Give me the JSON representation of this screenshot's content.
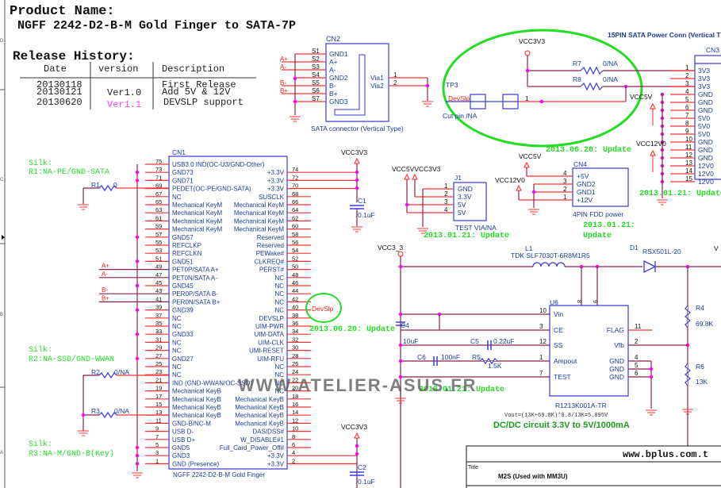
{
  "header": {
    "product_label": "Product Name:",
    "product_name": "NGFF 2242-D2-B-M Gold Finger to SATA-7P",
    "release_label": "Release History:",
    "columns": [
      "Date",
      "version",
      "Description"
    ],
    "rows": [
      {
        "date": "20130118",
        "version": "",
        "description": "First Release"
      },
      {
        "date": "20130121",
        "version": "Ver1.0",
        "description": "Add 5V & 12V"
      },
      {
        "date": "20130620",
        "version": "Ver1.1",
        "description": "DEVSLP support"
      }
    ]
  },
  "colors": {
    "wire": "#8b2252",
    "pin": "#ff3030",
    "part": "#3a3ad8",
    "label_blue": "#1a3c9c",
    "junction": "#ff00ff",
    "annotation": "#22dd22",
    "highlight_circle": "#22dd22",
    "net_red": "#ff2020"
  },
  "border_zones": [
    "D",
    "C",
    "B",
    "A"
  ],
  "cn2": {
    "ref": "CN2",
    "caption": "SATA connector (Vertical Type)",
    "left_pins": [
      {
        "num": "S1",
        "name": "GND1",
        "net": ""
      },
      {
        "num": "S2",
        "name": "A+",
        "net": "A+"
      },
      {
        "num": "S3",
        "name": "A-",
        "net": "A-"
      },
      {
        "num": "S4",
        "name": "GND2",
        "net": ""
      },
      {
        "num": "S5",
        "name": "B-",
        "net": "B-"
      },
      {
        "num": "S6",
        "name": "B+",
        "net": "B+"
      },
      {
        "num": "S7",
        "name": "GND3",
        "net": ""
      }
    ],
    "right_pins": [
      {
        "num": "1",
        "name": "Via1"
      },
      {
        "num": "2",
        "name": "Via2"
      }
    ]
  },
  "devslp_block": {
    "vcc": "VCC3V3",
    "r7": {
      "ref": "R7",
      "value": "0/NA"
    },
    "r8": {
      "ref": "R8",
      "value": "0/NA"
    },
    "tp3": {
      "ref": "TP3",
      "net": "DevSlp",
      "note": "Cut pin /NA",
      "pin": "1"
    },
    "update": "2013.06.20: Update"
  },
  "cn3": {
    "title": "15PIN SATA Power Conn (Vertical T",
    "ref": "CN3",
    "pins": [
      {
        "num": "1",
        "name": "3V3"
      },
      {
        "num": "2",
        "name": "3V3"
      },
      {
        "num": "3",
        "name": "3V3"
      },
      {
        "num": "4",
        "name": "GND"
      },
      {
        "num": "5",
        "name": "GND"
      },
      {
        "num": "6",
        "name": "GND"
      },
      {
        "num": "7",
        "name": "5V0"
      },
      {
        "num": "8",
        "name": "5V0"
      },
      {
        "num": "9",
        "name": "5V0"
      },
      {
        "num": "10",
        "name": "GND"
      },
      {
        "num": "11",
        "name": "GND"
      },
      {
        "num": "12",
        "name": "GND"
      },
      {
        "num": "13",
        "name": "12V0"
      },
      {
        "num": "14",
        "name": "12V0"
      },
      {
        "num": "15",
        "name": "12V0"
      }
    ],
    "vcc5": "VCC5V",
    "vcc12": "VCC12V0",
    "update": "2013.01.21: Update"
  },
  "cn1": {
    "ref": "CN1",
    "caption": "NGFF 2242-D2-B-M Gold Finger",
    "left_pins": [
      {
        "num": "75",
        "name": "USB3.0 IND(OC-U3/GND-Other)"
      },
      {
        "num": "73",
        "name": "GND73"
      },
      {
        "num": "71",
        "name": "GND71"
      },
      {
        "num": "69",
        "name": "PEDET(OC-PE/GND-SATA)"
      },
      {
        "num": "67",
        "name": "NC"
      },
      {
        "num": "65",
        "name": "Mechanical KeyM"
      },
      {
        "num": "63",
        "name": "Mechanical KeyM"
      },
      {
        "num": "61",
        "name": "Mechanical KeyM"
      },
      {
        "num": "59",
        "name": "Mechanical KeyM"
      },
      {
        "num": "57",
        "name": "GND57"
      },
      {
        "num": "55",
        "name": "REFCLKP"
      },
      {
        "num": "53",
        "name": "REFCLKN"
      },
      {
        "num": "51",
        "name": "GND51"
      },
      {
        "num": "49",
        "name": "PET0P/SATA A+",
        "net": "A+"
      },
      {
        "num": "47",
        "name": "PET0N/SATA A-",
        "net": "A-"
      },
      {
        "num": "45",
        "name": "GND45"
      },
      {
        "num": "43",
        "name": "PER0P/SATA B-",
        "net": "B-"
      },
      {
        "num": "41",
        "name": "PER0N/SATA B+",
        "net": "B+"
      },
      {
        "num": "39",
        "name": "GND39"
      },
      {
        "num": "37",
        "name": "NC"
      },
      {
        "num": "35",
        "name": "NC"
      },
      {
        "num": "33",
        "name": "GND33"
      },
      {
        "num": "31",
        "name": "NC"
      },
      {
        "num": "29",
        "name": "NC"
      },
      {
        "num": "27",
        "name": "GND27"
      },
      {
        "num": "25",
        "name": "NC"
      },
      {
        "num": "23",
        "name": "NC"
      },
      {
        "num": "21",
        "name": "IND (GND-WWAN/OC-SSD)"
      },
      {
        "num": "19",
        "name": "Mechanical KeyB"
      },
      {
        "num": "17",
        "name": "Mechanical KeyB"
      },
      {
        "num": "15",
        "name": "Mechanical KeyB"
      },
      {
        "num": "13",
        "name": "Mechanical KeyB"
      },
      {
        "num": "11",
        "name": "GND-B/NC-M"
      },
      {
        "num": "9",
        "name": "USB D-"
      },
      {
        "num": "7",
        "name": "USB D+"
      },
      {
        "num": "5",
        "name": "GND5"
      },
      {
        "num": "3",
        "name": "GND3"
      },
      {
        "num": "1",
        "name": "GND (Presence)"
      }
    ],
    "right_pins": [
      {
        "num": "",
        "name": ""
      },
      {
        "num": "74",
        "name": "+3.3V"
      },
      {
        "num": "72",
        "name": "+3.3V"
      },
      {
        "num": "70",
        "name": "+3.3V"
      },
      {
        "num": "68",
        "name": "SUSCLK"
      },
      {
        "num": "66",
        "name": "Mechanical KeyM"
      },
      {
        "num": "64",
        "name": "Mechanical KeyM"
      },
      {
        "num": "62",
        "name": "Mechanical KeyM"
      },
      {
        "num": "60",
        "name": "Mechanical KeyM"
      },
      {
        "num": "58",
        "name": "Reserved"
      },
      {
        "num": "56",
        "name": "Reserved"
      },
      {
        "num": "54",
        "name": "PEWake#"
      },
      {
        "num": "52",
        "name": "CLKREQ#"
      },
      {
        "num": "50",
        "name": "PERST#"
      },
      {
        "num": "48",
        "name": "NC"
      },
      {
        "num": "46",
        "name": "NC"
      },
      {
        "num": "44",
        "name": "NC"
      },
      {
        "num": "42",
        "name": "NC"
      },
      {
        "num": "40",
        "name": "NC"
      },
      {
        "num": "38",
        "name": "DEVSLP",
        "net": "DevSlp"
      },
      {
        "num": "36",
        "name": "UIM-PWR"
      },
      {
        "num": "34",
        "name": "UIM-DATA"
      },
      {
        "num": "32",
        "name": "UIM-CLK"
      },
      {
        "num": "30",
        "name": "UMI-RESET"
      },
      {
        "num": "28",
        "name": "UIM-RFU"
      },
      {
        "num": "26",
        "name": "NC"
      },
      {
        "num": "24",
        "name": "NC"
      },
      {
        "num": "22",
        "name": "NC"
      },
      {
        "num": "20",
        "name": "NC"
      },
      {
        "num": "18",
        "name": "Mechanical KeyB"
      },
      {
        "num": "16",
        "name": "Mechanical KeyB"
      },
      {
        "num": "14",
        "name": "Mechanical KeyB"
      },
      {
        "num": "12",
        "name": "Mechanical KeyB"
      },
      {
        "num": "10",
        "name": "DAS/DSS#"
      },
      {
        "num": "8",
        "name": "W_DISABLE#1"
      },
      {
        "num": "6",
        "name": "Full_Card_Power_Off#"
      },
      {
        "num": "4",
        "name": "+3.3V"
      },
      {
        "num": "2",
        "name": "+3.3V"
      }
    ],
    "devslp_update": "2013.06.20: Update"
  },
  "silk_notes": [
    {
      "line1": "Silk:",
      "line2": "R1:NA-PE/GND-SATA"
    },
    {
      "line1": "Silk:",
      "line2": "R2:NA-SSD/GND-WWAN"
    },
    {
      "line1": "Silk:",
      "line2": "R3:NA-M/GND-B(Key)"
    }
  ],
  "resistors_left": [
    {
      "ref": "R1",
      "value": "0"
    },
    {
      "ref": "R2",
      "value": "0/NA"
    },
    {
      "ref": "R3",
      "value": "0/NA"
    }
  ],
  "decoupling": {
    "c1": {
      "ref": "C1",
      "value": "0.1uF",
      "vcc": "VCC3V3"
    },
    "c2": {
      "ref": "C2",
      "value": "0.1uF",
      "vcc": "VCC3V3"
    }
  },
  "j1": {
    "ref": "J1",
    "caption": "TEST VIA/NA",
    "vcc_labels": "VCC5VVCC3V3",
    "pins": [
      {
        "num": "1",
        "name": "GND"
      },
      {
        "num": "2",
        "name": "3.3V"
      },
      {
        "num": "3",
        "name": "5V"
      },
      {
        "num": "4",
        "name": "5V"
      }
    ],
    "update": "2013.01.21: Update"
  },
  "cn4": {
    "ref": "CN4",
    "caption": "4PIN FDD power",
    "vcc5": "VCC5V",
    "vcc12": "VCC12V0",
    "pins": [
      {
        "num": "4",
        "name": "+5V"
      },
      {
        "num": "3",
        "name": "GND2"
      },
      {
        "num": "2",
        "name": "GND1"
      },
      {
        "num": "1",
        "name": "+12V"
      }
    ],
    "update_line1": "2013.01.21:",
    "update_line2": "Update"
  },
  "dcdc": {
    "vcc_in": "VCC3_3",
    "l1": {
      "ref": "L1",
      "value": "TDK SLF7030T-6R8M1R5"
    },
    "d1": {
      "ref": "D1",
      "value": "RSX501L-20"
    },
    "u6": {
      "ref": "U6",
      "part": "R1213K001A-TR",
      "left_pins": [
        {
          "num": "10",
          "name": "Vin"
        },
        {
          "num": "3",
          "name": "CE"
        },
        {
          "num": "12",
          "name": "SS"
        },
        {
          "num": "1",
          "name": "Ampout"
        },
        {
          "num": "7",
          "name": "TEST"
        }
      ],
      "right_pins": [
        {
          "num": "11",
          "name": "FLAG"
        },
        {
          "num": "2",
          "name": "Vfb"
        },
        {
          "num": "4",
          "name": "GND"
        },
        {
          "num": "5",
          "name": "GND"
        },
        {
          "num": "6",
          "name": "GND"
        }
      ],
      "top_pins": [
        "8",
        "9"
      ]
    },
    "c4": {
      "ref": "C4",
      "value": "10uF"
    },
    "c5": {
      "ref": "C5",
      "value": "0.22uF"
    },
    "c6": {
      "ref": "C6",
      "value": "100nF"
    },
    "r5": {
      "ref": "R5",
      "value": "1.5K"
    },
    "r4": {
      "ref": "R4",
      "value": "69.8K"
    },
    "r6": {
      "ref": "R6",
      "value": "13K"
    },
    "vout_formula": "Vout=(13K+69.8K)*0.8/13K=5.095V",
    "circuit_title": "DC/DC circuit 3.3V to 5V/1000mA",
    "update": "2013.01.21: Update",
    "vout_label_partial": "V"
  },
  "watermark": "WWW.ATELIER-ASUS.FR",
  "title_block": {
    "website": "www.bplus.com.t",
    "title_label": "Title",
    "title_value": "M2S (Used with MM3U)"
  }
}
